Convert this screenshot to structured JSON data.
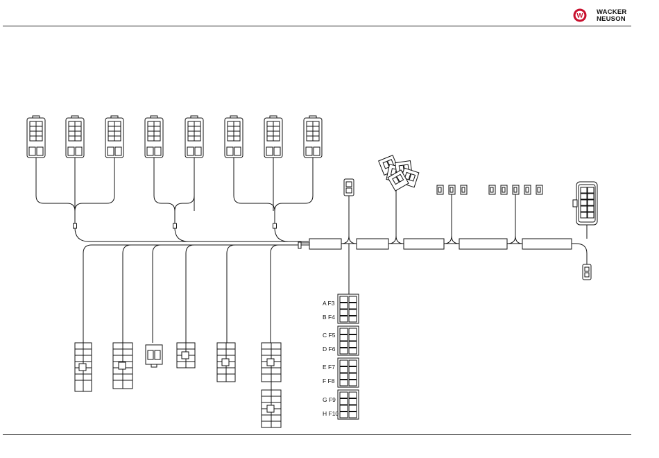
{
  "brand": {
    "name_line1": "WACKER",
    "name_line2": "NEUSON",
    "logo_letter": "W",
    "accent_color": "#c8102e"
  },
  "diagram": {
    "line_color": "#111111",
    "fuse_labels": [
      "A F3",
      "B F4",
      "C F5",
      "D F6",
      "E F7",
      "F F8",
      "G F9",
      "H F10"
    ]
  }
}
